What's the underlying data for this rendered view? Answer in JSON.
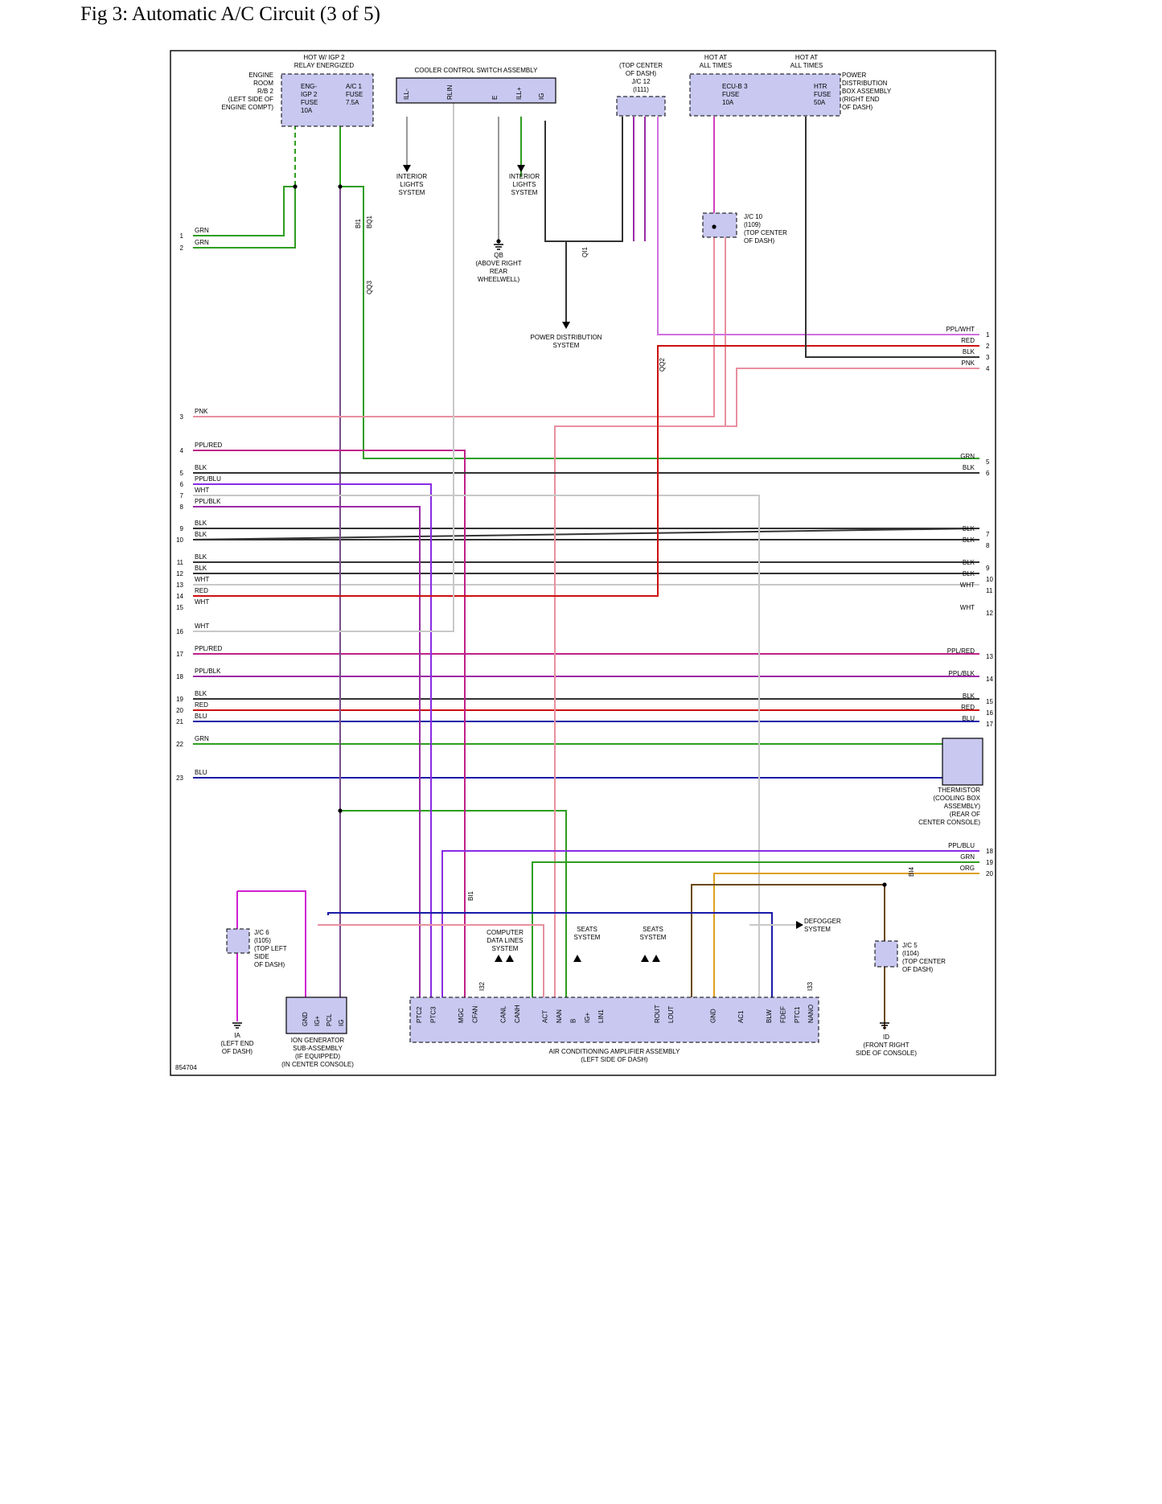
{
  "title": "Fig 3: Automatic A/C Circuit (3 of 5)",
  "figure_id": "854704",
  "colors": {
    "GRN": "#2e9e1f",
    "PPL/GRN": "#7a4d8c",
    "BLK": "#333333",
    "WHT": "#c8c8c8",
    "WHT/BLK": "#999999",
    "PPL/BLK": "#9a2aa6",
    "PPL/WHT": "#d070e0",
    "PPL/PNK": "#d040c0",
    "PNK": "#e98fa0",
    "PPL/RED": "#c0208a",
    "PPL/BLU": "#8a2be2",
    "RED": "#cc1010",
    "BLU": "#1a1aa8",
    "PPL": "#d020d0",
    "VIO": "#c040d8",
    "ORG": "#e0a020",
    "BRN": "#6b4a10",
    "GRY": "#aaaaaa"
  },
  "components": {
    "engine_room_rb2": "ENGINE ROOM R/B 2 (LEFT SIDE OF ENGINE COMPT)",
    "hot_igp2": "HOT W/ IGP 2 RELAY ENERGIZED",
    "fuse_eng_igp2": "ENG- IGP 2 FUSE 10A",
    "fuse_ac1": "A/C 1 FUSE 7.5A",
    "cooler_switch": "COOLER CONTROL SWITCH ASSEMBLY",
    "cooler_pins": [
      "ILL-",
      "RLIN",
      "E",
      "ILL+",
      "IG"
    ],
    "jc12": "(TOP CENTER OF DASH) J/C 12 (I111)",
    "hot_always_1": "HOT AT ALL TIMES",
    "hot_always_2": "HOT AT ALL TIMES",
    "fuse_ecub3": "ECU-B 3 FUSE 10A",
    "fuse_htr": "HTR FUSE 50A",
    "power_dist": "POWER DISTRIBUTION BOX ASSEMBLY (RIGHT END OF DASH)",
    "interior_lights": "INTERIOR LIGHTS SYSTEM",
    "qb": "QB (ABOVE RIGHT REAR WHEELWELL)",
    "power_dist_system": "POWER DISTRIBUTION SYSTEM",
    "jc10": "J/C 10 (I109) (TOP CENTER OF DASH)",
    "thermistor": "THERMISTOR (COOLING BOX ASSEMBLY) (REAR OF CENTER CONSOLE)",
    "jc6": "J/C 6 (I105) (TOP LEFT SIDE OF DASH)",
    "ia": "IA (LEFT END OF DASH)",
    "ion_gen": "ION GENERATOR SUB-ASSEMBLY (IF EQUIPPED) (IN CENTER CONSOLE)",
    "ion_pins": [
      "GND",
      "IG+",
      "PCL",
      "IG"
    ],
    "computer_data": "COMPUTER DATA LINES SYSTEM",
    "seats_1": "SEATS SYSTEM",
    "seats_2": "SEATS SYSTEM",
    "defogger": "DEFOGGER SYSTEM",
    "ac_amp": "AIR CONDITIONING AMPLIFIER ASSEMBLY (LEFT SIDE OF DASH)",
    "ac_amp_pins": [
      "PTC2",
      "PTC3",
      "",
      "MGC",
      "CFAN",
      "",
      "CANL",
      "CANH",
      "",
      "ACT",
      "NAN",
      "B",
      "IG+",
      "LIN1",
      "",
      "",
      "",
      "ROUT",
      "LOUT",
      "",
      "",
      "GND",
      "",
      "AC1",
      "",
      "BLW",
      "FDEF",
      "PTC1",
      "NANO"
    ],
    "jc5": "J/C 5 (I104) (TOP CENTER OF DASH)",
    "id": "ID (FRONT RIGHT SIDE OF CONSOLE)"
  },
  "connectors": [
    "BI1",
    "BQ1",
    "QQ3",
    "QI1",
    "QQ2",
    "BI4",
    "BI1",
    "I32",
    "I33"
  ],
  "left_terminals": [
    {
      "n": "1",
      "w": "GRN"
    },
    {
      "n": "2",
      "w": "GRN"
    },
    {
      "n": "3",
      "w": "PNK"
    },
    {
      "n": "4",
      "w": "PPL/RED"
    },
    {
      "n": "5",
      "w": "BLK"
    },
    {
      "n": "6",
      "w": "PPL/BLU"
    },
    {
      "n": "7",
      "w": "WHT"
    },
    {
      "n": "8",
      "w": "PPL/BLK"
    },
    {
      "n": "9",
      "w": "BLK"
    },
    {
      "n": "10",
      "w": "BLK"
    },
    {
      "n": "11",
      "w": "BLK"
    },
    {
      "n": "12",
      "w": "BLK"
    },
    {
      "n": "13",
      "w": "WHT"
    },
    {
      "n": "14",
      "w": "RED"
    },
    {
      "n": "15",
      "w": "WHT"
    },
    {
      "n": "16",
      "w": "WHT"
    },
    {
      "n": "17",
      "w": "PPL/RED"
    },
    {
      "n": "18",
      "w": "PPL/BLK"
    },
    {
      "n": "19",
      "w": "BLK"
    },
    {
      "n": "20",
      "w": "RED"
    },
    {
      "n": "21",
      "w": "BLU"
    },
    {
      "n": "22",
      "w": "GRN"
    },
    {
      "n": "23",
      "w": "BLU"
    }
  ],
  "right_terminals": [
    {
      "n": "1",
      "w": "PPL/WHT"
    },
    {
      "n": "2",
      "w": "RED"
    },
    {
      "n": "3",
      "w": "BLK"
    },
    {
      "n": "4",
      "w": "PNK"
    },
    {
      "n": "5",
      "w": "GRN"
    },
    {
      "n": "6",
      "w": "BLK"
    },
    {
      "n": "7",
      "w": "BLK"
    },
    {
      "n": "8",
      "w": "BLK"
    },
    {
      "n": "9",
      "w": "BLK"
    },
    {
      "n": "10",
      "w": "BLK"
    },
    {
      "n": "11",
      "w": "WHT"
    },
    {
      "n": "12",
      "w": "WHT"
    },
    {
      "n": "13",
      "w": "PPL/RED"
    },
    {
      "n": "14",
      "w": "PPL/BLK"
    },
    {
      "n": "15",
      "w": "BLK"
    },
    {
      "n": "16",
      "w": "RED"
    },
    {
      "n": "17",
      "w": "BLU"
    },
    {
      "n": "18",
      "w": "PPL/BLU"
    },
    {
      "n": "19",
      "w": "GRN"
    },
    {
      "n": "20",
      "w": "ORG"
    }
  ]
}
